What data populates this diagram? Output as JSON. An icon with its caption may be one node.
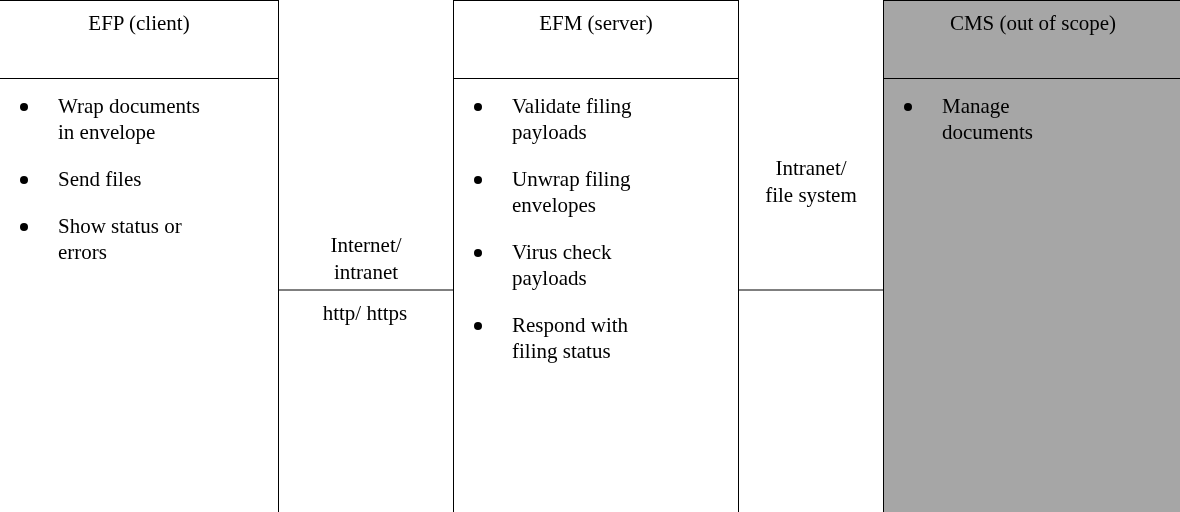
{
  "diagram": {
    "nodes": [
      {
        "text": [
          "EFP (client)",
          "Wrap documents in envelope",
          "Send files",
          "Show status or errors"
        ]
      },
      {
        "text": [
          "EFM (server)",
          "Validate filing payloads",
          "Unwrap filing envelopes",
          "Virus check payloads",
          "Respond with filing status"
        ]
      },
      {
        "text": [
          "CMS (out of scope)",
          "Manage documents"
        ]
      }
    ],
    "edges": [
      {
        "from": 0,
        "to": 1,
        "arrow": "none",
        "label": "Internet/ intranet"
      },
      {
        "from": 1,
        "to": 2,
        "arrow": "none",
        "label": "Intranet/ file system"
      }
    ],
    "labels": [
      "http/ https"
    ]
  }
}
